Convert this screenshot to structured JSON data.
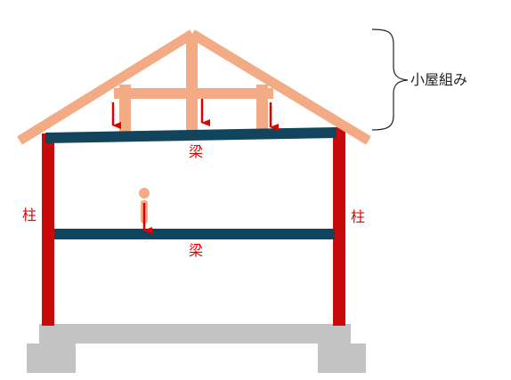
{
  "labels": {
    "roof_framing": "小屋組み",
    "beam_upper": "梁",
    "beam_lower": "梁",
    "column_left": "柱",
    "column_right": "柱"
  },
  "colors": {
    "roof": "#f2ab84",
    "beam": "#12445c",
    "column": "#c80a0a",
    "arrow": "#e00000",
    "foundation": "#c3c3c3",
    "text": "#e00000",
    "brace": "#222222"
  }
}
